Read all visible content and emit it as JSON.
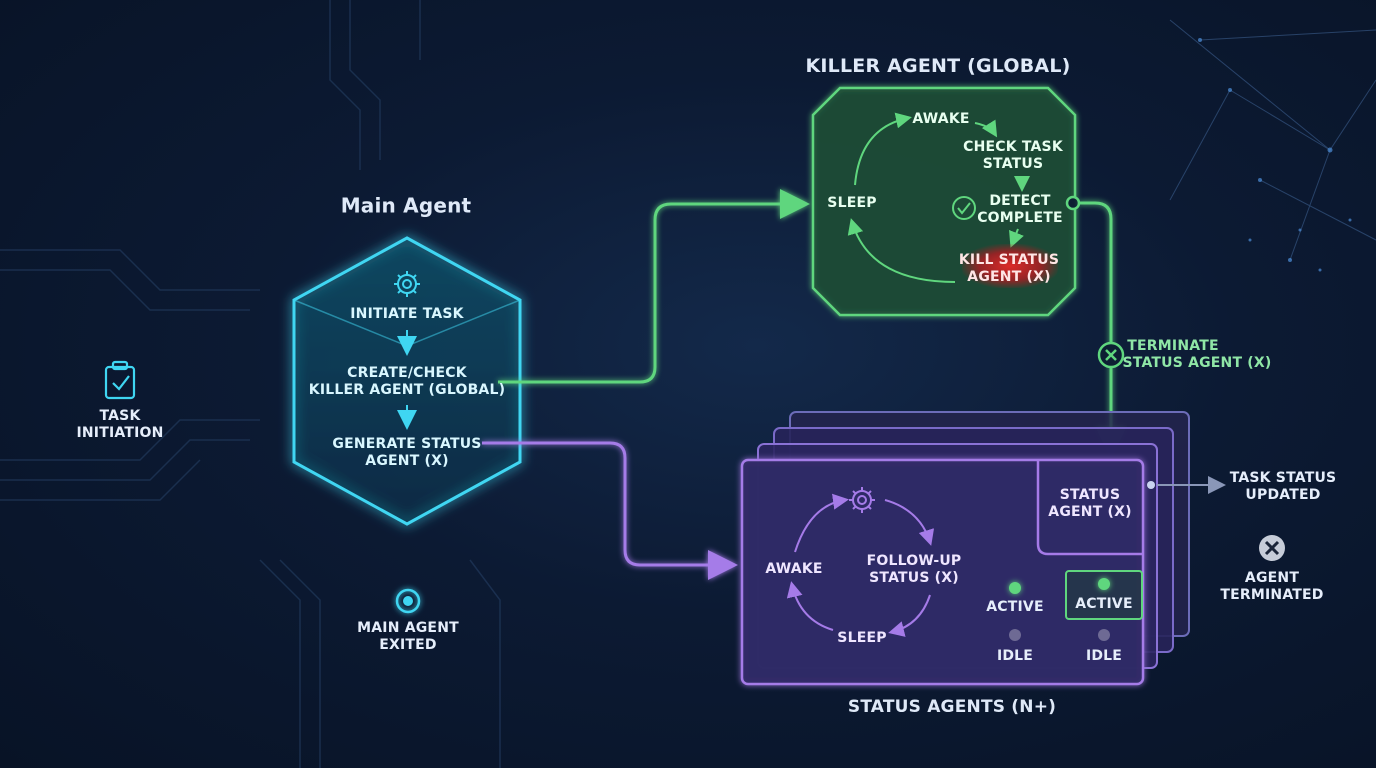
{
  "main_agent": {
    "title": "Main Agent",
    "step_initiate": "INITIATE TASK",
    "step_create_1": "CREATE/CHECK",
    "step_create_2": "KILLER AGENT (GLOBAL)",
    "step_generate_1": "GENERATE STATUS",
    "step_generate_2": "AGENT (X)"
  },
  "task_initiation": {
    "line1": "TASK",
    "line2": "INITIATION"
  },
  "main_exited": {
    "line1": "MAIN AGENT",
    "line2": "EXITED"
  },
  "killer_agent": {
    "title": "KILLER AGENT (GLOBAL)",
    "awake": "AWAKE",
    "check_1": "CHECK TASK",
    "check_2": "STATUS",
    "sleep": "SLEEP",
    "detect_1": "DETECT",
    "detect_2": "COMPLETE",
    "kill_1": "KILL STATUS",
    "kill_2": "AGENT (X)"
  },
  "terminate": {
    "line1": "TERMINATE",
    "line2": "STATUS AGENT (X)"
  },
  "status_agents": {
    "title": "STATUS AGENTS (N+)",
    "awake": "AWAKE",
    "follow_1": "FOLLOW-UP",
    "follow_2": "STATUS (X)",
    "sleep": "SLEEP",
    "panel_1": "STATUS",
    "panel_2": "AGENT (X)",
    "active_1": "ACTIVE",
    "idle_1": "IDLE",
    "active_2": "ACTIVE",
    "idle_2": "IDLE"
  },
  "task_status_updated": {
    "line1": "TASK STATUS",
    "line2": "UPDATED"
  },
  "agent_terminated": {
    "line1": "AGENT",
    "line2": "TERMINATED"
  },
  "colors": {
    "cyan": "#3fd6f2",
    "green": "#5fd67e",
    "violet": "#a57be8",
    "red": "#e0303a",
    "background": "#0c1a33"
  }
}
